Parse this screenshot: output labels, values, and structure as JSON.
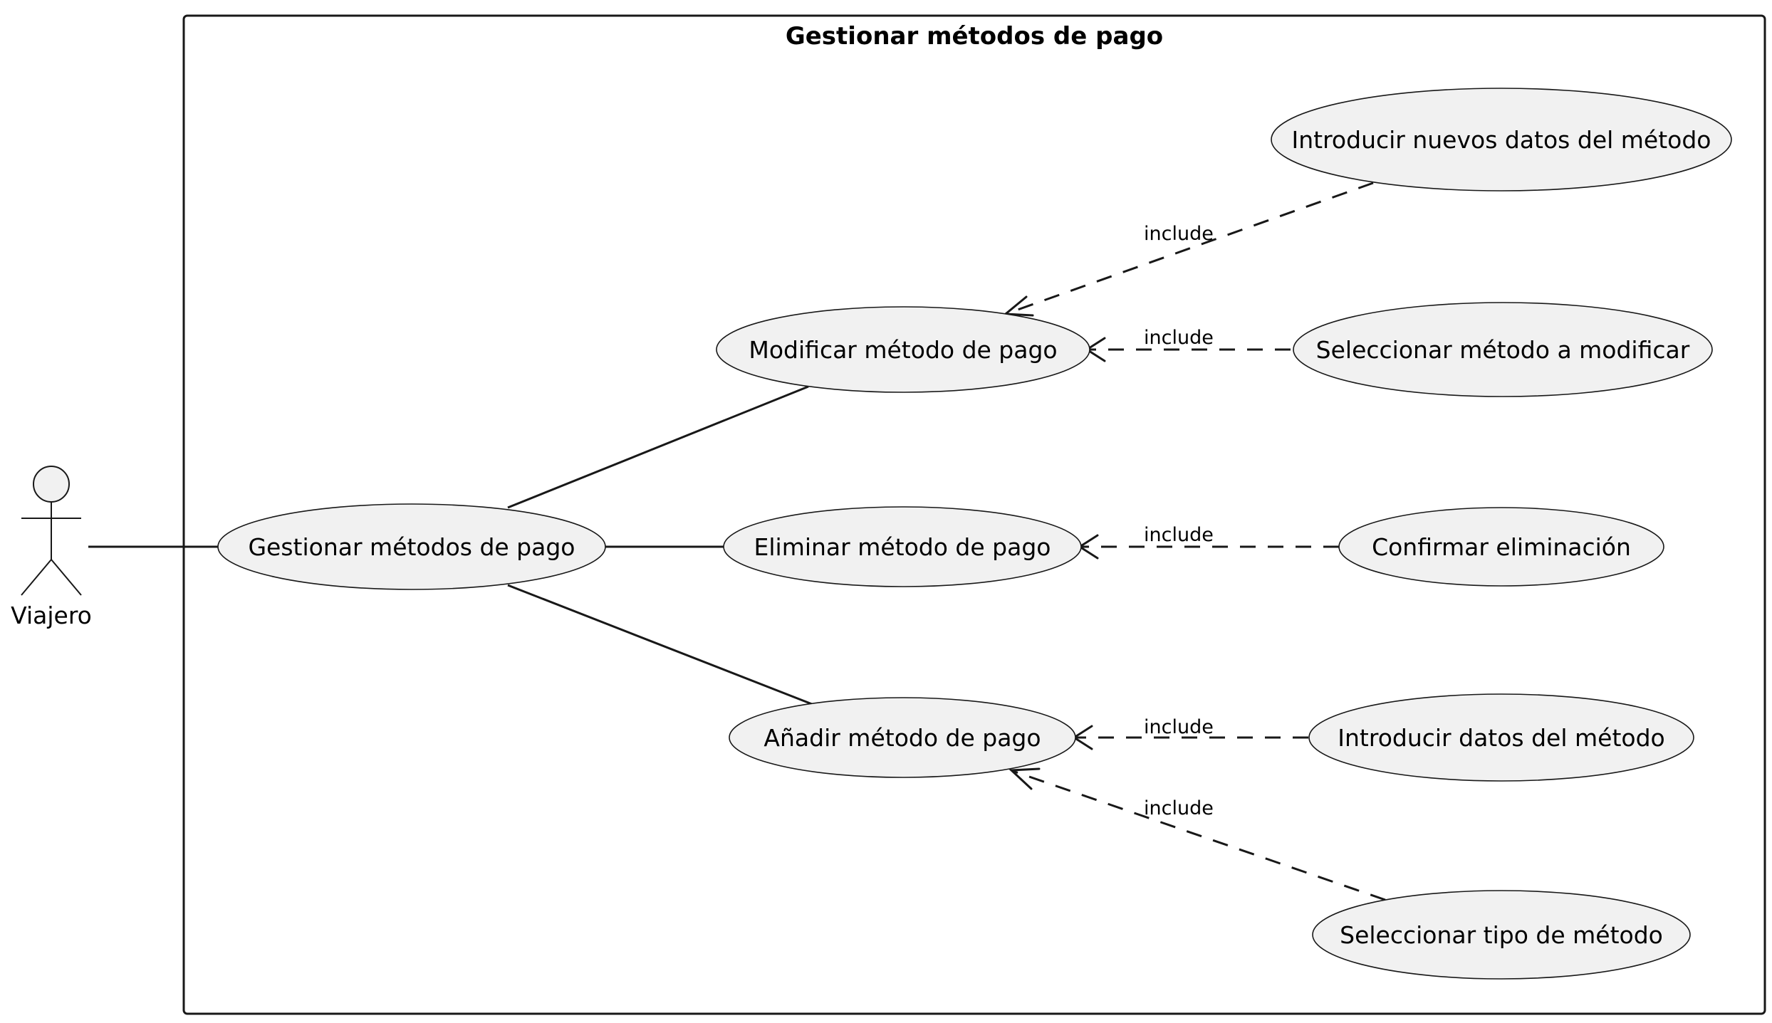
{
  "diagram": {
    "boundary_title": "Gestionar métodos de pago",
    "actor": {
      "label": "Viajero"
    },
    "use_cases": {
      "gestionar": "Gestionar métodos de pago",
      "modificar": "Modificar método de pago",
      "eliminar": "Eliminar método de pago",
      "anadir": "Añadir método de pago",
      "introducir_nuevos": "Introducir nuevos datos del método",
      "seleccionar_modificar": "Seleccionar método a modificar",
      "confirmar": "Confirmar eliminación",
      "introducir_datos": "Introducir datos del método",
      "seleccionar_tipo": "Seleccionar tipo de método"
    },
    "relation_label": "include"
  }
}
